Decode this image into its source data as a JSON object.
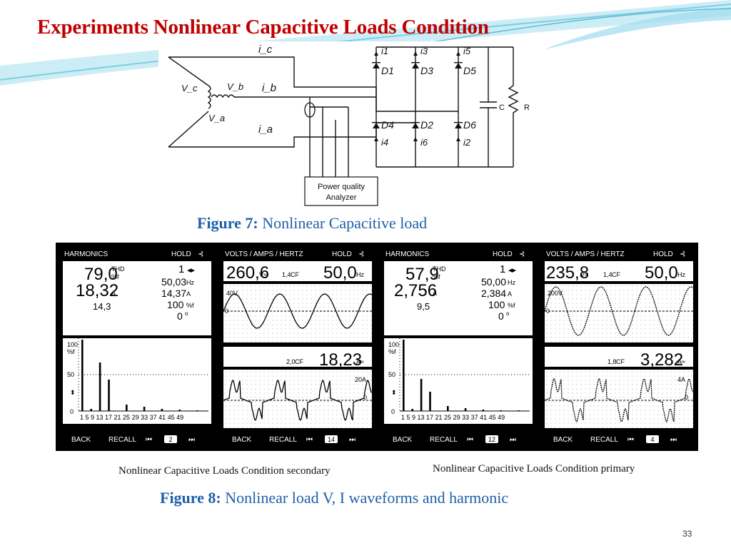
{
  "slide": {
    "title": "Experiments Nonlinear Capacitive Loads Condition",
    "page_number": "33",
    "accent_color": "#c00000",
    "caption_color": "#1f5fa8"
  },
  "figure7": {
    "label": "Figure 7:",
    "text": "Nonlinear Capacitive load",
    "circuit": {
      "currents": [
        "i_c",
        "i_b",
        "i_a"
      ],
      "voltages": [
        "V_c",
        "V_b",
        "V_a"
      ],
      "diodes_top": [
        "D1",
        "D3",
        "D5"
      ],
      "diodes_bottom": [
        "D4",
        "D2",
        "D6"
      ],
      "top_currents": [
        "i1",
        "i3",
        "i5"
      ],
      "bottom_currents": [
        "i4",
        "i6",
        "i2"
      ],
      "capacitor": "C",
      "resistor": "R",
      "analyzer": [
        "Power quality",
        "Analyzer"
      ]
    }
  },
  "figure8": {
    "label": "Figure 8:",
    "text": "Nonlinear load V, I waveforms and harmonic",
    "secondary_label": "Nonlinear Capacitive Loads Condition secondary",
    "primary_label": "Nonlinear Capacitive Loads Condition primary"
  },
  "screens": {
    "common": {
      "hold": "HOLD",
      "back": "BACK",
      "recall": "RECALL",
      "thd": "THD",
      "pct_f": "%f",
      "amp_unit": "A",
      "hz_unit": "Hz",
      "deg_unit": "0",
      "vac_unit": "V≈",
      "aac_unit": "A≈",
      "cf": "CF",
      "y100": "100",
      "y50": "50",
      "y0": "0",
      "y_arrows": "⬍",
      "harmonic_ticks": "1  5  9  13 17 21 25 29 33 37 41 45 49"
    },
    "secondary_harmonics": {
      "title": "HARMONICS",
      "thd_value": "79,0",
      "current_value": "18,32",
      "value3": "14,3",
      "harmonic_no": "1",
      "freq": "50,03",
      "amp": "14,37",
      "pct": "100",
      "angle": "0",
      "page": "2",
      "bars": [
        100,
        3,
        68,
        44,
        0,
        9,
        0,
        6,
        0,
        3,
        0,
        2,
        0,
        1
      ]
    },
    "secondary_vah": {
      "title": "VOLTS / AMPS / HERTZ",
      "voltage": "260,6",
      "voltage_cf": "1,4",
      "frequency": "50,0",
      "v_scale": "40V",
      "current": "18,23",
      "current_cf": "2,0",
      "i_scale": "20A",
      "page": "14"
    },
    "primary_harmonics": {
      "title": "HARMONICS",
      "thd_value": "57,9",
      "current_value": "2,756",
      "value3": "9,5",
      "harmonic_no": "1",
      "freq": "50,00",
      "amp": "2,384",
      "pct": "100",
      "angle": "0",
      "page": "12",
      "bars": [
        100,
        3,
        45,
        27,
        0,
        7,
        0,
        4,
        0,
        2,
        0,
        1,
        0,
        1
      ]
    },
    "primary_vah": {
      "title": "VOLTS / AMPS / HERTZ",
      "voltage": "235,8",
      "voltage_cf": "1,4",
      "frequency": "50,0",
      "v_scale": "200V",
      "current": "3,282",
      "current_cf": "1,8",
      "i_scale": "4A",
      "page": "4"
    }
  }
}
